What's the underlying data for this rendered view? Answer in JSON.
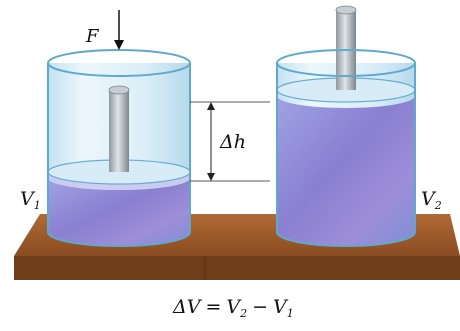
{
  "labels": {
    "force": "F",
    "delta_h": "Δh",
    "v1_letter": "V",
    "v1_sub": "1",
    "v2_letter": "V",
    "v2_sub": "2"
  },
  "equation": {
    "lhs": "ΔV",
    "eq": "=",
    "v2_letter": "V",
    "v2_sub": "2",
    "minus": "−",
    "v1_letter": "V",
    "v1_sub": "1"
  },
  "colors": {
    "glass": "#cfe7f3",
    "glass_edge": "#5fa9cf",
    "liquid": "#8e8fd6",
    "liquid_dark": "#6f62b8",
    "piston": "#a9b2b8",
    "board": "#9a5a2c",
    "board_dark": "#6f3d1a"
  }
}
